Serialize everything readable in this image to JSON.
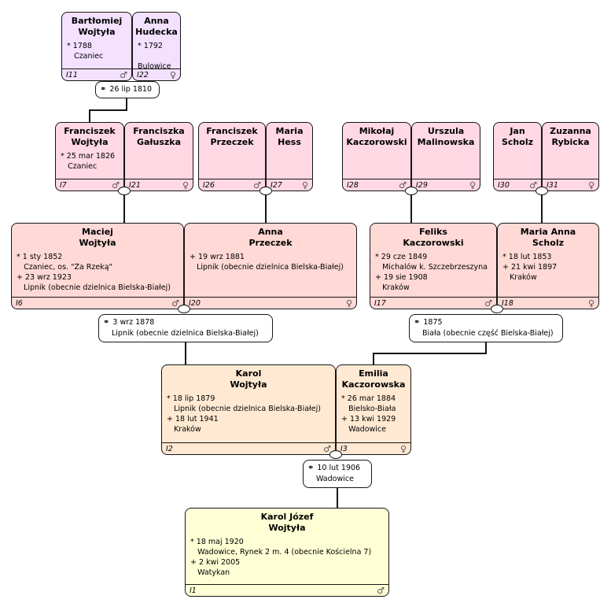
{
  "symbols": {
    "marriage": "⚭"
  },
  "persons": {
    "I11": {
      "id": "I11",
      "sex": "♂",
      "name": "Bartłomiej\nWojtyła",
      "details": "* 1788\n   Czaniec"
    },
    "I22": {
      "id": "I22",
      "sex": "♀",
      "name": "Anna\nHudecka",
      "details": "* 1792\n   Bulowice"
    },
    "I7": {
      "id": "I7",
      "sex": "♂",
      "name": "Franciszek\nWojtyła",
      "details": "* 25 mar 1826\n   Czaniec"
    },
    "I21": {
      "id": "I21",
      "sex": "♀",
      "name": "Franciszka\nGałuszka",
      "details": ""
    },
    "I26": {
      "id": "I26",
      "sex": "♂",
      "name": "Franciszek\nPrzeczek",
      "details": ""
    },
    "I27": {
      "id": "I27",
      "sex": "♀",
      "name": "Maria\nHess",
      "details": ""
    },
    "I28": {
      "id": "I28",
      "sex": "♂",
      "name": "Mikołaj\nKaczorowski",
      "details": ""
    },
    "I29": {
      "id": "I29",
      "sex": "♀",
      "name": "Urszula\nMalinowska",
      "details": ""
    },
    "I30": {
      "id": "I30",
      "sex": "♂",
      "name": "Jan\nScholz",
      "details": ""
    },
    "I31": {
      "id": "I31",
      "sex": "♀",
      "name": "Zuzanna\nRybicka",
      "details": ""
    },
    "I6": {
      "id": "I6",
      "sex": "♂",
      "name": "Maciej\nWojtyła",
      "details": "* 1 sty 1852\n   Czaniec, os. \"Za Rzeką\"\n+ 23 wrz 1923\n   Lipnik (obecnie dzielnica Bielska-Białej)"
    },
    "I20": {
      "id": "I20",
      "sex": "♀",
      "name": "Anna\nPrzeczek",
      "details": "+ 19 wrz 1881\n   Lipnik (obecnie dzielnica Bielska-Białej)"
    },
    "I17": {
      "id": "I17",
      "sex": "♂",
      "name": "Feliks\nKaczorowski",
      "details": "* 29 cze 1849\n   Michalów k. Szczebrzeszyna\n+ 19 sie 1908\n   Kraków"
    },
    "I18": {
      "id": "I18",
      "sex": "♀",
      "name": "Maria Anna\nScholz",
      "details": "* 18 lut 1853\n+ 21 kwi 1897\n   Kraków"
    },
    "I2": {
      "id": "I2",
      "sex": "♂",
      "name": "Karol\nWojtyła",
      "details": "* 18 lip 1879\n   Lipnik (obecnie dzielnica Bielska-Białej)\n+ 18 lut 1941\n   Kraków"
    },
    "I3": {
      "id": "I3",
      "sex": "♀",
      "name": "Emilia\nKaczorowska",
      "details": "* 26 mar 1884\n   Bielsko-Biała\n+ 13 kwi 1929\n   Wadowice"
    },
    "I1": {
      "id": "I1",
      "sex": "♂",
      "name": "Karol Józef\nWojtyła",
      "details": "* 18 maj 1920\n   Wadowice, Rynek 2 m. 4 (obecnie Kościelna 7)\n+ 2 kwi 2005\n   Watykan"
    }
  },
  "marriages": {
    "M0": {
      "date": "26 lip 1810",
      "place": ""
    },
    "M1": {
      "date": "3 wrz 1878",
      "place": "Lipnik (obecnie dzielnica Bielska-Białej)"
    },
    "M2": {
      "date": "1875",
      "place": "Biała (obecnie część Bielska-Białej)"
    },
    "M3": {
      "date": "10 lut 1906",
      "place": "Wadowice"
    }
  }
}
